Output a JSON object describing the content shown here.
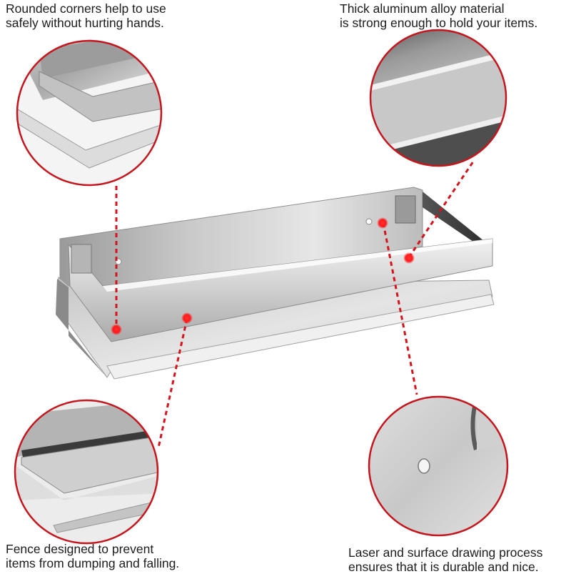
{
  "features": [
    {
      "id": "rounded-corners",
      "position": "top-left",
      "lines": [
        "Rounded corners help to use",
        "safely without hurting hands."
      ]
    },
    {
      "id": "thick-aluminum",
      "position": "top-right",
      "lines": [
        "Thick aluminum alloy material",
        "is strong enough to hold your items."
      ]
    },
    {
      "id": "fence",
      "position": "bottom-left",
      "lines": [
        "Fence designed to prevent",
        "items from dumping and falling."
      ]
    },
    {
      "id": "laser-surface",
      "position": "bottom-right",
      "lines": [
        "Laser and surface drawing process",
        "ensures that it is durable and nice."
      ]
    }
  ],
  "colors": {
    "callout_red": "#c4161c",
    "dot_red": "#ff1a1a",
    "steel_light": "#e2e2e2",
    "steel_mid": "#b8b8b8",
    "steel_dark": "#6e6e6e"
  },
  "product": {
    "name": "stainless-steel-wall-shelf"
  }
}
